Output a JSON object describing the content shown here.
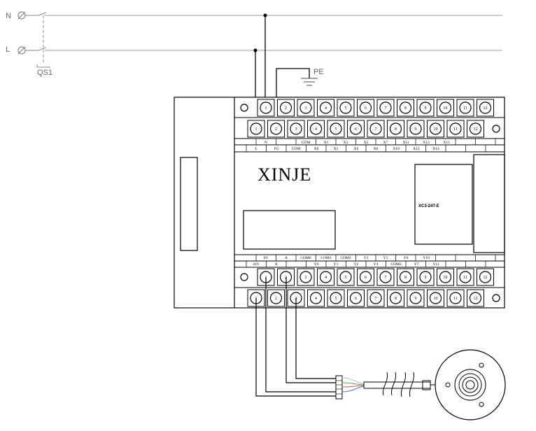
{
  "power": {
    "n_label": "N",
    "l_label": "L",
    "switch_label": "QS1",
    "pe_label": "PE"
  },
  "plc": {
    "brand": "XINJE",
    "model": "XC3-24T-E",
    "top_row1_numbers": [
      "1",
      "2",
      "3",
      "4",
      "5",
      "6",
      "7",
      "8",
      "9",
      "10",
      "11",
      "12"
    ],
    "top_row2_numbers": [
      "1",
      "2",
      "3",
      "4",
      "5",
      "6",
      "7",
      "8",
      "9",
      "10",
      "11",
      "12"
    ],
    "top_labels_upper": [
      "N",
      "COM",
      "X1",
      "X3",
      "X5",
      "X7",
      "X11",
      "X13",
      "X15"
    ],
    "top_labels_lower": [
      "L",
      "FG",
      "COM",
      "X0",
      "X2",
      "X4",
      "X6",
      "X10",
      "X12",
      "X14"
    ],
    "bottom_labels_upper": [
      "0V",
      "A",
      "COM0",
      "COM1",
      "COM2",
      "Y3",
      "Y5",
      "Y6",
      "Y10"
    ],
    "bottom_labels_lower": [
      "24V",
      "B",
      "Y0",
      "Y1",
      "Y2",
      "Y4",
      "COM3",
      "Y7",
      "Y11"
    ],
    "bottom_row1_numbers": [
      "1",
      "2",
      "3",
      "4",
      "5",
      "6",
      "7",
      "8",
      "9",
      "10",
      "11",
      "12"
    ],
    "bottom_row2_numbers": [
      "1",
      "2",
      "3",
      "4",
      "5",
      "6",
      "7",
      "8",
      "9",
      "10",
      "11",
      "12"
    ]
  },
  "colors": {
    "line": "#000000",
    "gray_line": "#9a9a9a",
    "wire_red": "#e05050",
    "wire_green": "#50b050",
    "wire_blue": "#5070d0",
    "wire_white": "#bbbbbb"
  }
}
